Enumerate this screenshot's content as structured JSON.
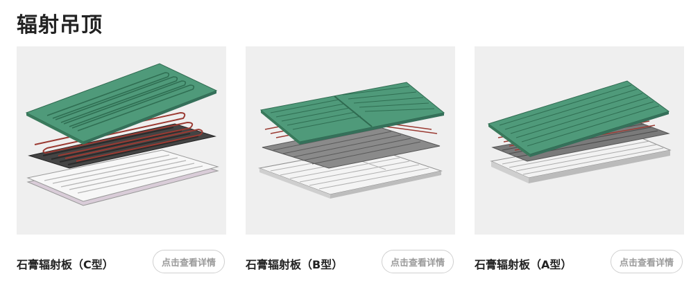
{
  "page": {
    "title": "辐射吊顶"
  },
  "products": [
    {
      "name": "石膏辐射板（C型）",
      "button": "点击查看详情",
      "image": "radiant-panel-c-exploded"
    },
    {
      "name": "石膏辐射板（B型）",
      "button": "点击查看详情",
      "image": "radiant-panel-b-exploded"
    },
    {
      "name": "石膏辐射板（A型）",
      "button": "点击查看详情",
      "image": "radiant-panel-a-exploded"
    }
  ],
  "colors": {
    "panel_green": "#4f9a7a",
    "panel_dark": "#4a4a4a",
    "pipe_red": "#9a3a32",
    "card_bg": "#efefef"
  }
}
